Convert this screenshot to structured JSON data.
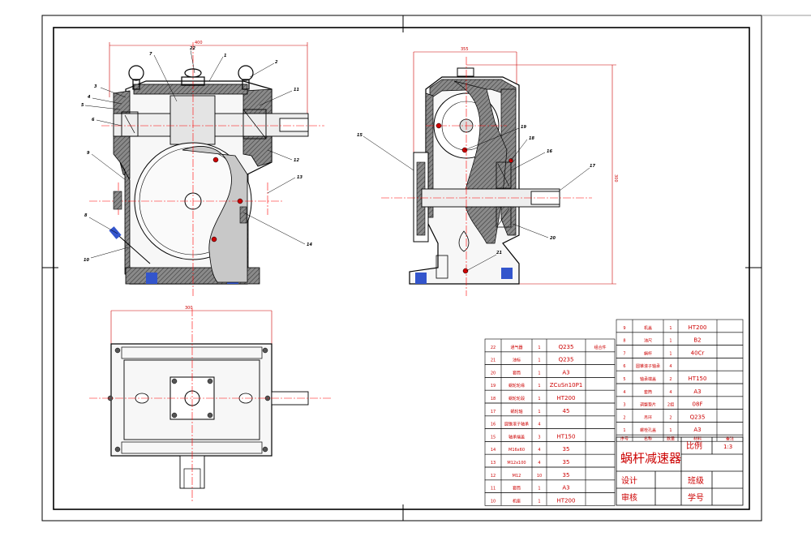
{
  "drawing": {
    "title": "蜗杆减速器",
    "scale_label": "比例",
    "scale_value": "1:3",
    "design_label": "设计",
    "class_label": "班级",
    "review_label": "审核",
    "student_id_label": "学号",
    "header_labels": [
      "序号",
      "名称",
      "数量",
      "材料",
      "备注"
    ]
  },
  "bom_left": [
    {
      "no": "22",
      "name": "通气器",
      "qty": "1",
      "mat": "Q235",
      "note": "组合件"
    },
    {
      "no": "21",
      "name": "油标",
      "qty": "1",
      "mat": "Q235",
      "note": ""
    },
    {
      "no": "20",
      "name": "套筒",
      "qty": "1",
      "mat": "A3",
      "note": ""
    },
    {
      "no": "19",
      "name": "蜗轮轮缘",
      "qty": "1",
      "mat": "ZCuSn10P1",
      "note": ""
    },
    {
      "no": "18",
      "name": "蜗轮轮毂",
      "qty": "1",
      "mat": "HT200",
      "note": ""
    },
    {
      "no": "17",
      "name": "蜗轮轴",
      "qty": "1",
      "mat": "45",
      "note": ""
    },
    {
      "no": "16",
      "name": "圆锥滚子轴承",
      "qty": "4",
      "mat": "",
      "note": ""
    },
    {
      "no": "15",
      "name": "轴承端盖",
      "qty": "3",
      "mat": "HT150",
      "note": ""
    },
    {
      "no": "14",
      "name": "M16x60",
      "qty": "4",
      "mat": "35",
      "note": ""
    },
    {
      "no": "13",
      "name": "M12x100",
      "qty": "4",
      "mat": "35",
      "note": ""
    },
    {
      "no": "12",
      "name": "M12",
      "qty": "10",
      "mat": "35",
      "note": ""
    },
    {
      "no": "11",
      "name": "套筒",
      "qty": "1",
      "mat": "A3",
      "note": ""
    },
    {
      "no": "10",
      "name": "机座",
      "qty": "1",
      "mat": "HT200",
      "note": ""
    }
  ],
  "bom_right": [
    {
      "no": "9",
      "name": "机盖",
      "qty": "1",
      "mat": "HT200",
      "note": ""
    },
    {
      "no": "8",
      "name": "油尺",
      "qty": "1",
      "mat": "B2",
      "note": ""
    },
    {
      "no": "7",
      "name": "蜗杆",
      "qty": "1",
      "mat": "40Cr",
      "note": ""
    },
    {
      "no": "6",
      "name": "圆锥滚子轴承",
      "qty": "4",
      "mat": "",
      "note": ""
    },
    {
      "no": "5",
      "name": "轴承端盖",
      "qty": "2",
      "mat": "HT150",
      "note": ""
    },
    {
      "no": "4",
      "name": "套筒",
      "qty": "4",
      "mat": "A3",
      "note": ""
    },
    {
      "no": "3",
      "name": "调整垫片",
      "qty": "2组",
      "mat": "08F",
      "note": ""
    },
    {
      "no": "2",
      "name": "吊环",
      "qty": "2",
      "mat": "Q235",
      "note": ""
    },
    {
      "no": "1",
      "name": "螺栓孔盖",
      "qty": "1",
      "mat": "A3",
      "note": ""
    }
  ],
  "callouts": [
    "22",
    "1",
    "2",
    "3",
    "4",
    "5",
    "6",
    "7",
    "8",
    "9",
    "10",
    "11",
    "12",
    "13",
    "14",
    "15",
    "16",
    "17",
    "18",
    "19",
    "20",
    "21"
  ],
  "dims": {
    "front_width": "400",
    "side_width": "355",
    "side_height": "300",
    "top_width": "300"
  },
  "colors": {
    "line": "#000000",
    "dim": "#cc0000",
    "center": "#ff0000",
    "section": "#555555",
    "fill": "#dddddd",
    "blue": "#3355cc"
  }
}
